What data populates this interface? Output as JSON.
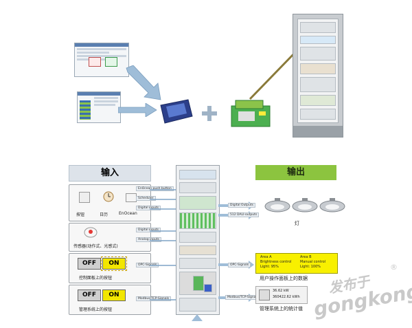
{
  "input_header": "输入",
  "output_header": "输出",
  "inputs": {
    "button_label": "按钮",
    "calendar_label": "日历",
    "enocean_label": "EnOcean",
    "sensor_label": "传感器(动作式、光感式)",
    "panel_label": "控制面板上的按钮",
    "mgmt_label": "管理系统上的按钮",
    "off": "OFF",
    "on": "ON"
  },
  "tags": {
    "enocean_push": "EnOcean push button",
    "scheduler": "Scheduler",
    "digital_inputs_1": "Digital inputs",
    "digital_inputs_2": "Digital inputs",
    "analog_inputs": "Analog inputs",
    "opc_in": "OPC-Signals",
    "modbus_in": "Modbus/TCP-Signals",
    "digital_outputs": "Digital Outputs",
    "dali": "512 DALI-outputs",
    "opc_out": "OPC-Signals",
    "modbus_out": "Modbus/TCP-Signals"
  },
  "outputs": {
    "lamp_label": "灯",
    "panel_data_label": "用户操作面板上的数据",
    "stats_label": "管理系统上的统计值",
    "area_a_title": "Area A",
    "area_a_line1": "Brightness control",
    "area_a_line2": "Light: 95%",
    "area_b_title": "Area B",
    "area_b_line1": "Manual control",
    "area_b_line2": "Light: 100%",
    "energy_1": "36.62 kW",
    "energy_2": "360422.62 kWh"
  },
  "watermark": {
    "cn": "发布于",
    "en": "gongkong",
    "reg": "®"
  },
  "colors": {
    "input_header_bg": "#dde3ea",
    "output_header_bg": "#8cc43f",
    "off_bg": "#cfcfcf",
    "on_bg": "#f2e600",
    "area_bg": "#f8f000"
  }
}
